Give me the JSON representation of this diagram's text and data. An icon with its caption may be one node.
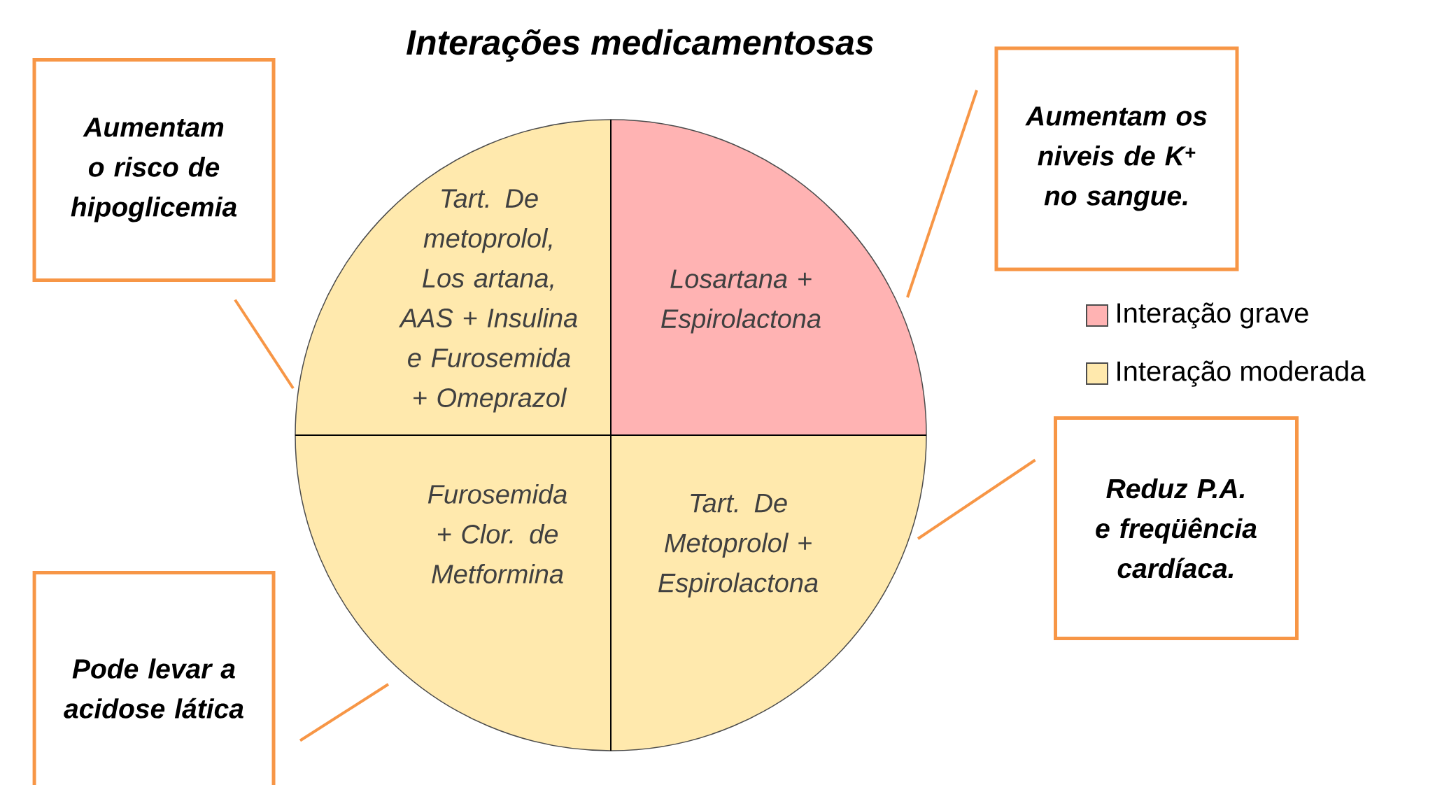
{
  "diagram": {
    "title": "Interações medicamentosas",
    "nodes": [
      {
        "text": [
          "Aumentam o risco de hipoglicemia"
        ]
      },
      {
        "text": [
          "Tart. De metoprolol, Los artana, AAS + Insulina e Furosemida + Omeprazol"
        ]
      },
      {
        "text": [
          "Losartana + Espirolactona"
        ]
      },
      {
        "text": [
          "Aumentam os niveis de K$^{+}$ no sangue."
        ]
      },
      {
        "text": [
          "Reduz P.A. e freqüência cardíaca."
        ]
      },
      {
        "text": [
          "Furosemida + Clor. de Metformina"
        ]
      },
      {
        "text": [
          "Tart. De Metoprolol + Espirolactona"
        ]
      },
      {
        "text": [
          "Pode levar a acidose lática"
        ]
      }
    ],
    "edges": [
      {
        "from": 0,
        "to": 1,
        "arrow": "none"
      },
      {
        "from": 3,
        "to": 2,
        "arrow": "none"
      },
      {
        "from": 4,
        "to": 6,
        "arrow": "none"
      },
      {
        "from": 7,
        "to": 5,
        "arrow": "none"
      }
    ],
    "legend": [
      {
        "text": "Interação grave",
        "color": "#ffb3b3"
      },
      {
        "text": "Interação moderada",
        "color": "#ffe9ad"
      }
    ]
  }
}
